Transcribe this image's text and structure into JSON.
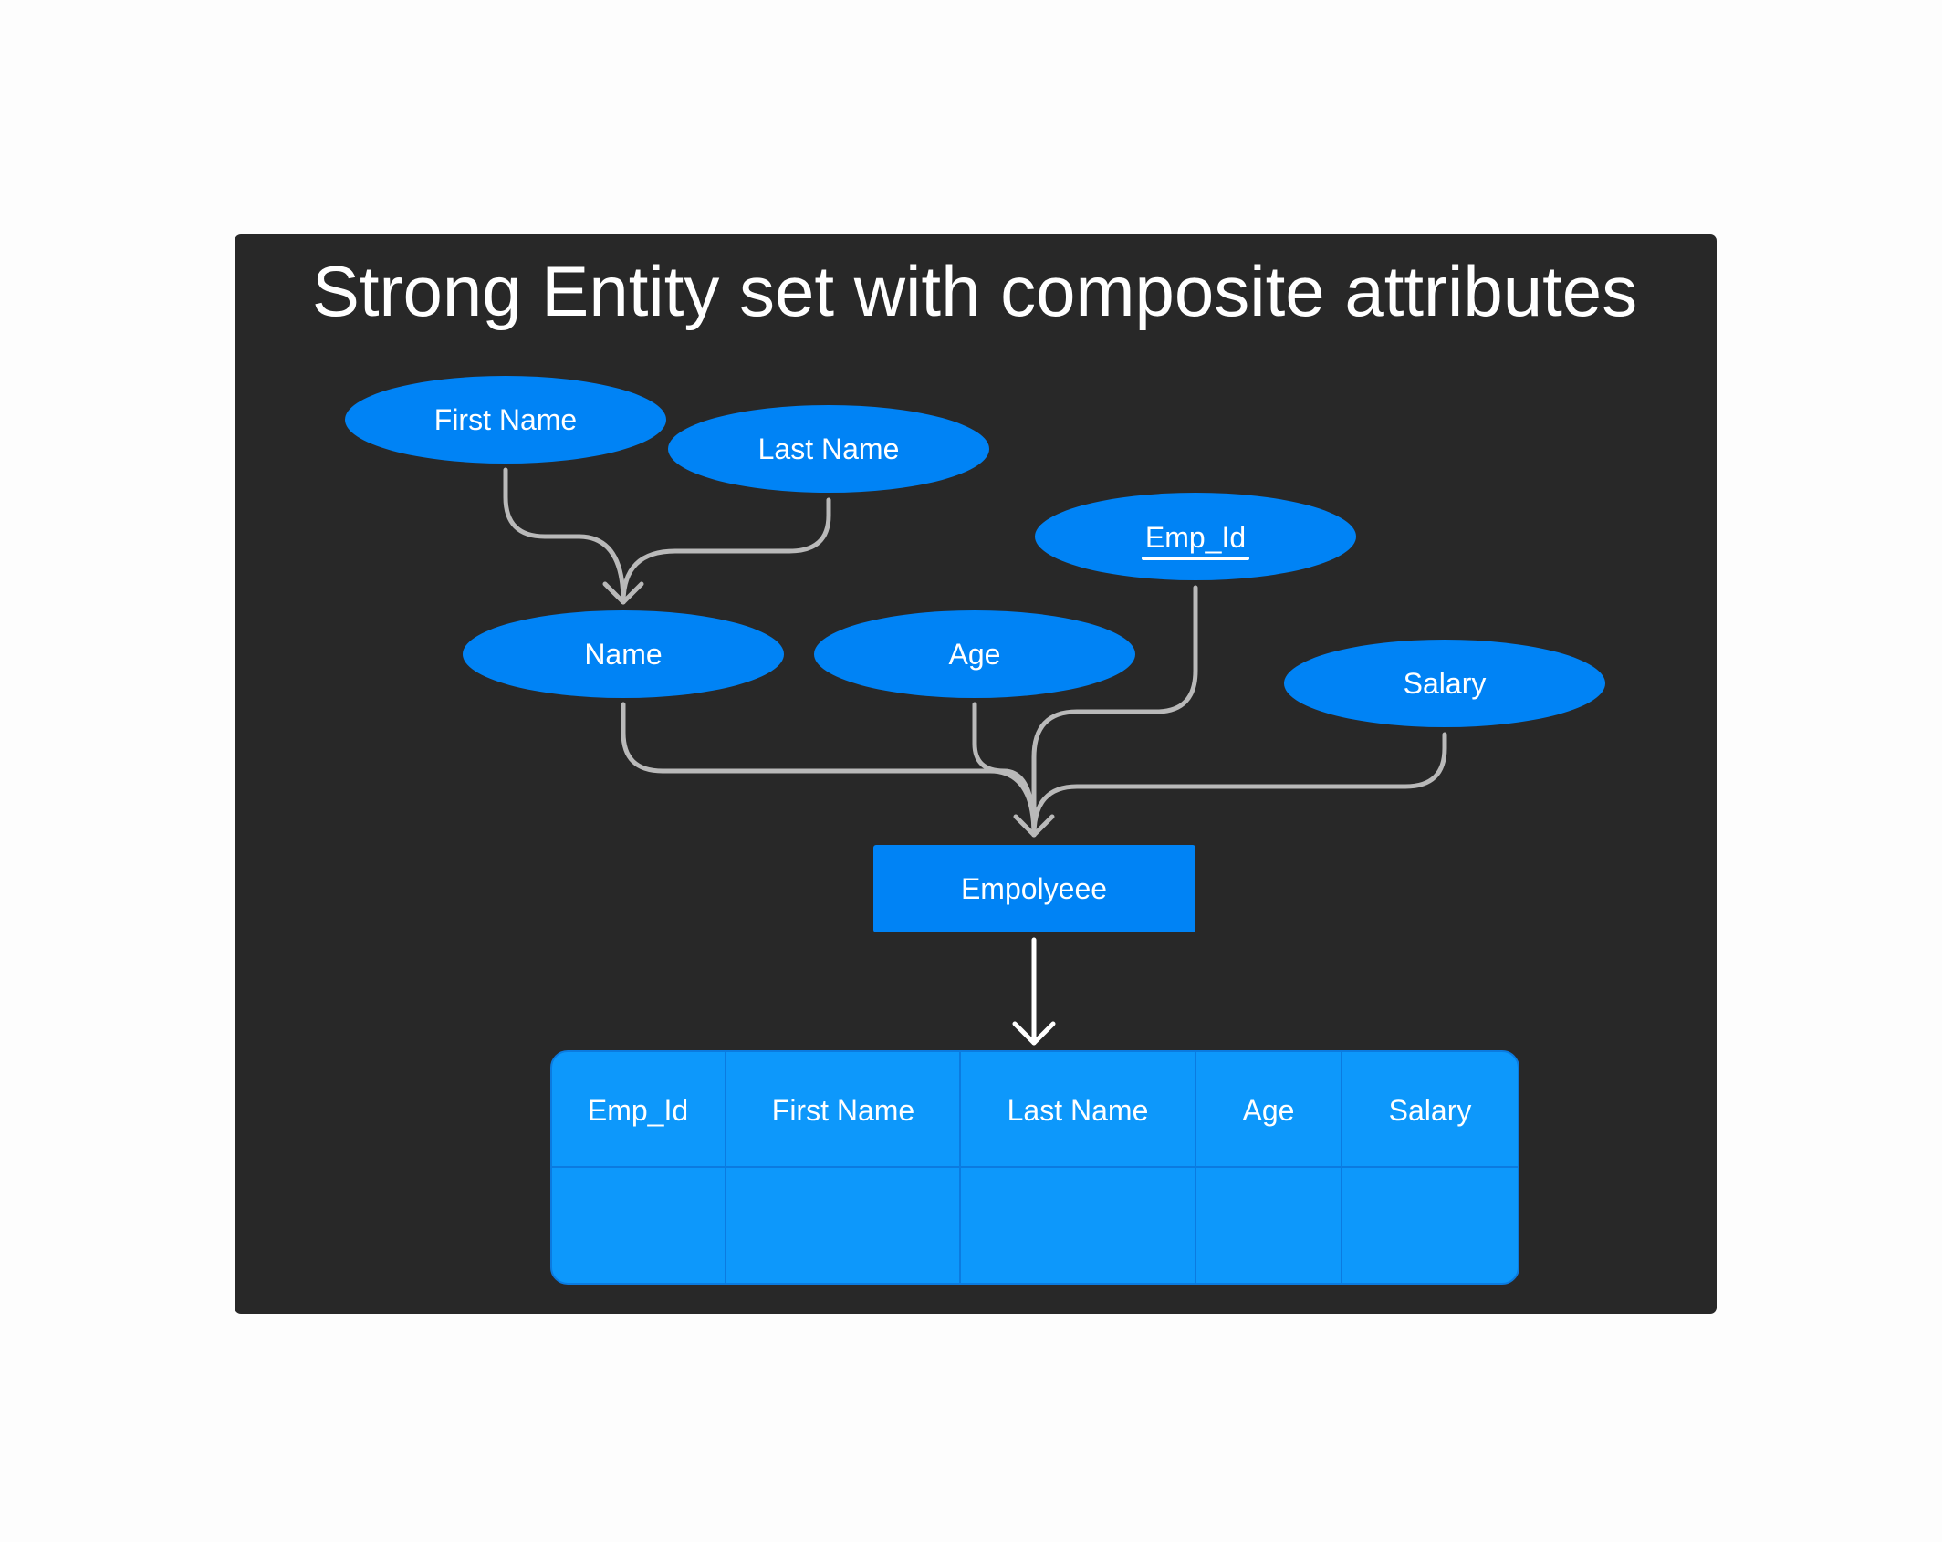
{
  "title": "Strong Entity set with composite attributes",
  "attributes": {
    "first_name": "First Name",
    "last_name": "Last Name",
    "emp_id": "Emp_Id",
    "name": "Name",
    "age": "Age",
    "salary": "Salary"
  },
  "entity": {
    "label": "Empolyeee"
  },
  "table": {
    "columns": [
      "Emp_Id",
      "First Name",
      "Last Name",
      "Age",
      "Salary"
    ]
  },
  "colors": {
    "page_background": "#fdfdfd",
    "panel_background": "#282828",
    "node_blue": "#0083f5",
    "table_blue": "#0d98fb",
    "table_border": "#0b7be0",
    "connector_gray": "#b9b9b9",
    "arrow_white": "#ffffff",
    "text_white": "#ffffff"
  }
}
